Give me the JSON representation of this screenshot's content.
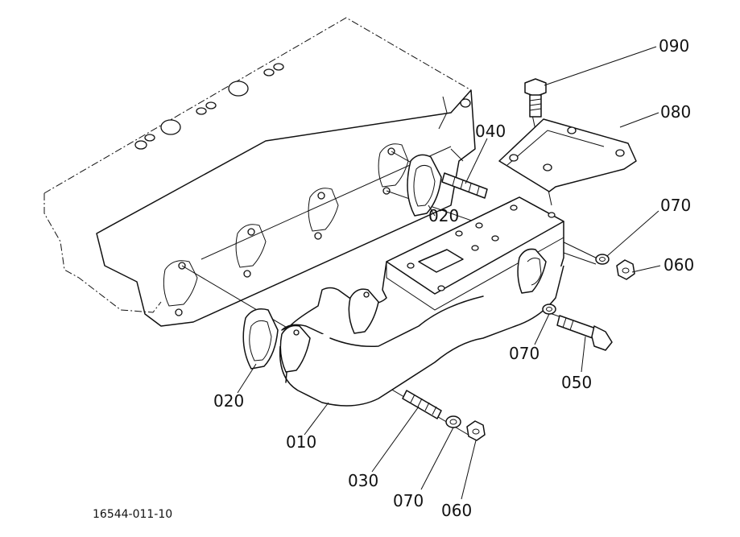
{
  "diagram": {
    "figure_ref": "16544-011-10",
    "callouts": [
      {
        "id": "p090",
        "text": "090"
      },
      {
        "id": "p080",
        "text": "080"
      },
      {
        "id": "p040",
        "text": "040"
      },
      {
        "id": "p020a",
        "text": "020"
      },
      {
        "id": "p070a",
        "text": "070"
      },
      {
        "id": "p060a",
        "text": "060"
      },
      {
        "id": "p070b",
        "text": "070"
      },
      {
        "id": "p050",
        "text": "050"
      },
      {
        "id": "p020b",
        "text": "020"
      },
      {
        "id": "p010",
        "text": "010"
      },
      {
        "id": "p030",
        "text": "030"
      },
      {
        "id": "p070c",
        "text": "070"
      },
      {
        "id": "p060b",
        "text": "060"
      }
    ]
  }
}
